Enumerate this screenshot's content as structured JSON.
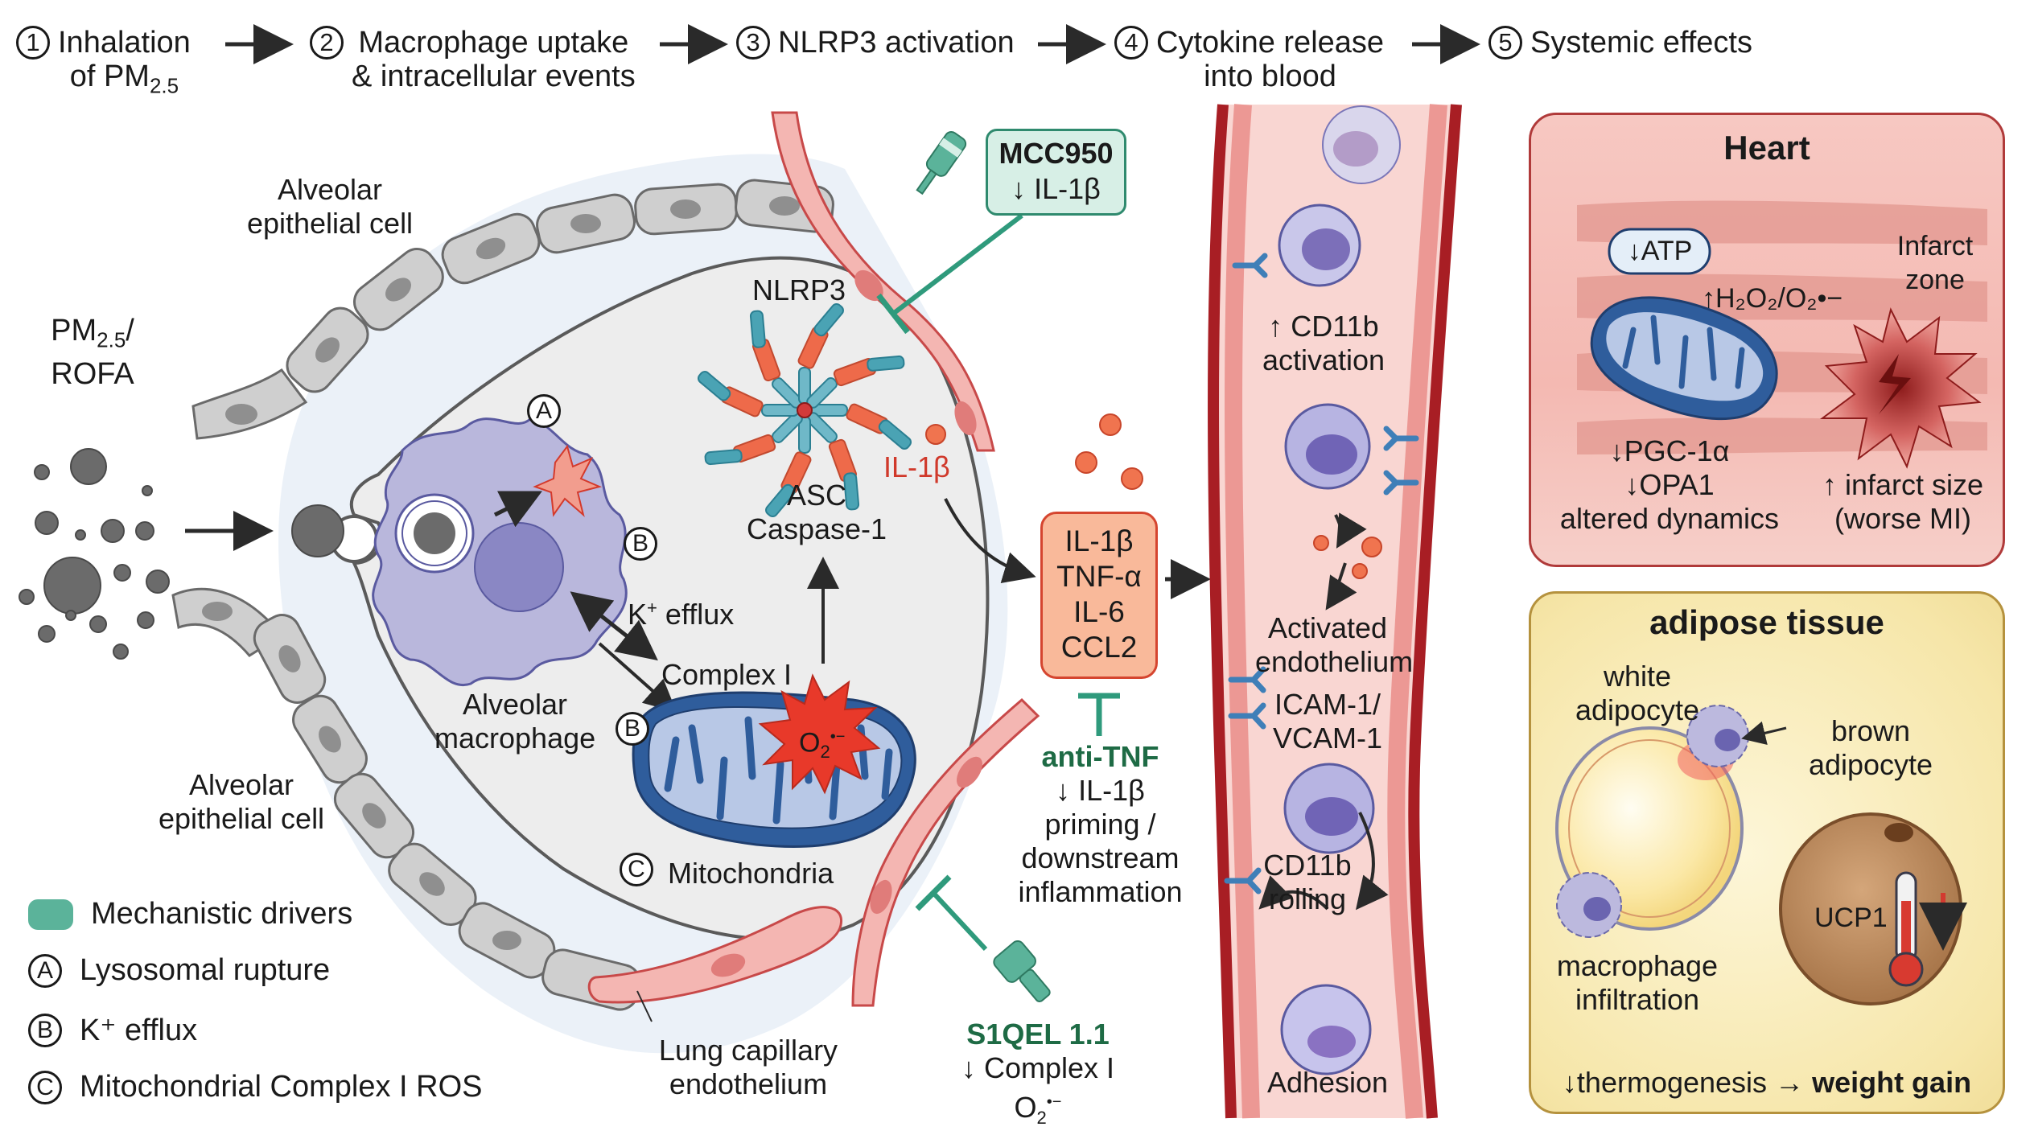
{
  "header": {
    "steps": [
      {
        "number": "1",
        "label_line1": "Inhalation",
        "label_line2": "of PM",
        "label_sub": "2.5"
      },
      {
        "number": "2",
        "label_line1": "Macrophage uptake",
        "label_line2": "& intracellular events"
      },
      {
        "number": "3",
        "label_line1": "NLRP3 activation",
        "label_line2": ""
      },
      {
        "number": "4",
        "label_line1": "Cytokine release",
        "label_line2": "into blood"
      },
      {
        "number": "5",
        "label_line1": "Systemic effects",
        "label_line2": ""
      }
    ]
  },
  "lung": {
    "pm_label_main": "PM",
    "pm_label_sub": "2.5",
    "pm_label_slash": "/",
    "pm_label_line2": "ROFA",
    "epithelial_top_line1": "Alveolar",
    "epithelial_top_line2": "epithelial cell",
    "epithelial_bottom_line1": "Alveolar",
    "epithelial_bottom_line2": "epithelial cell",
    "macrophage_line1": "Alveolar",
    "macrophage_line2": "macrophage",
    "marker_a": "A",
    "marker_b": "B",
    "marker_b2": "B",
    "marker_c": "C",
    "k_efflux": "K",
    "k_sup": "+",
    "k_efflux_rest": " efflux",
    "complex_i": "Complex I",
    "superoxide": "O",
    "superoxide_sub": "2",
    "superoxide_sup": "•−",
    "mitochondria": "Mitochondria",
    "nlrp3": "NLRP3",
    "asc_line1": "ASC",
    "asc_line2": "Caspase-1",
    "il1b_red": "IL-1β",
    "capillary_line1": "Lung capillary",
    "capillary_line2": "endothelium"
  },
  "drugs": {
    "mcc950_name": "MCC950",
    "mcc950_effect": "↓ IL-1β",
    "anti_tnf_name": "anti-TNF",
    "anti_tnf_line2": "↓ IL-1β",
    "anti_tnf_line3": "priming /",
    "anti_tnf_line4": "downstream",
    "anti_tnf_line5": "inflammation",
    "s1qel_name": "S1QEL 1.1",
    "s1qel_line2": "↓ Complex I",
    "s1qel_line3": "O",
    "s1qel_sub": "2",
    "s1qel_sup": "•−"
  },
  "cytokines": [
    "IL-1β",
    "TNF-α",
    "IL-6",
    "CCL2"
  ],
  "vessel": {
    "cd11b_activation_line1": "↑ CD11b",
    "cd11b_activation_line2": "activation",
    "activated_line1": "Activated",
    "activated_line2": "endothelium",
    "icam_line1": "ICAM-1/",
    "icam_line2": "VCAM-1",
    "rolling_line1": "CD11b",
    "rolling_line2": "rolling",
    "adhesion": "Adhesion"
  },
  "heart": {
    "title": "Heart",
    "atp": "↓ATP",
    "ros": "↑H₂O₂/O₂•−",
    "infarct_zone_line1": "Infarct",
    "infarct_zone_line2": "zone",
    "pgc": "↓PGC-1α",
    "opa1": "↓OPA1",
    "dynamics": "altered dynamics",
    "infarct_size": "↑ infarct size",
    "worse_mi": "(worse MI)",
    "colors": {
      "border": "#b03a3a",
      "fill": "#f5bdb6"
    }
  },
  "adipose": {
    "title": "adipose tissue",
    "white_line1": "white",
    "white_line2": "adipocyte",
    "brown_line1": "brown",
    "brown_line2": "adipocyte",
    "macro_line1": "macrophage",
    "macro_line2": "infiltration",
    "ucp1": "UCP1",
    "bottom_prefix": "↓thermogenesis → ",
    "bottom_bold": "weight gain",
    "colors": {
      "border": "#b5923e",
      "fill": "#f6e6a9"
    }
  },
  "legend": {
    "items": [
      {
        "marker": "swatch",
        "label": "Mechanistic drivers"
      },
      {
        "marker": "A",
        "label": "Lysosomal rupture"
      },
      {
        "marker": "B",
        "label": "K⁺ efflux"
      },
      {
        "marker": "C",
        "label": "Mitochondrial Complex I ROS"
      }
    ],
    "swatch_color": "#5bb39a"
  }
}
